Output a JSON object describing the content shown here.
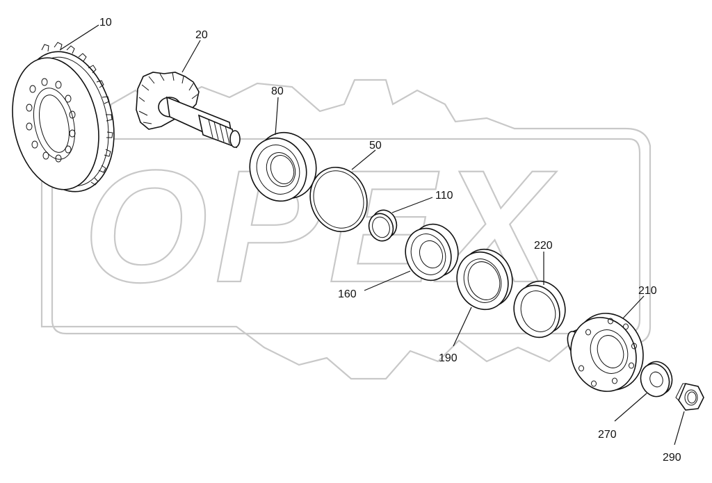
{
  "watermark": {
    "brand": "OPEX"
  },
  "callouts": [
    {
      "id": "p10",
      "label": "10"
    },
    {
      "id": "p20",
      "label": "20"
    },
    {
      "id": "p80",
      "label": "80"
    },
    {
      "id": "p50",
      "label": "50"
    },
    {
      "id": "p110",
      "label": "110"
    },
    {
      "id": "p160",
      "label": "160"
    },
    {
      "id": "p220",
      "label": "220"
    },
    {
      "id": "p190",
      "label": "190"
    },
    {
      "id": "p210",
      "label": "210"
    },
    {
      "id": "p270",
      "label": "270"
    },
    {
      "id": "p290",
      "label": "290"
    }
  ]
}
